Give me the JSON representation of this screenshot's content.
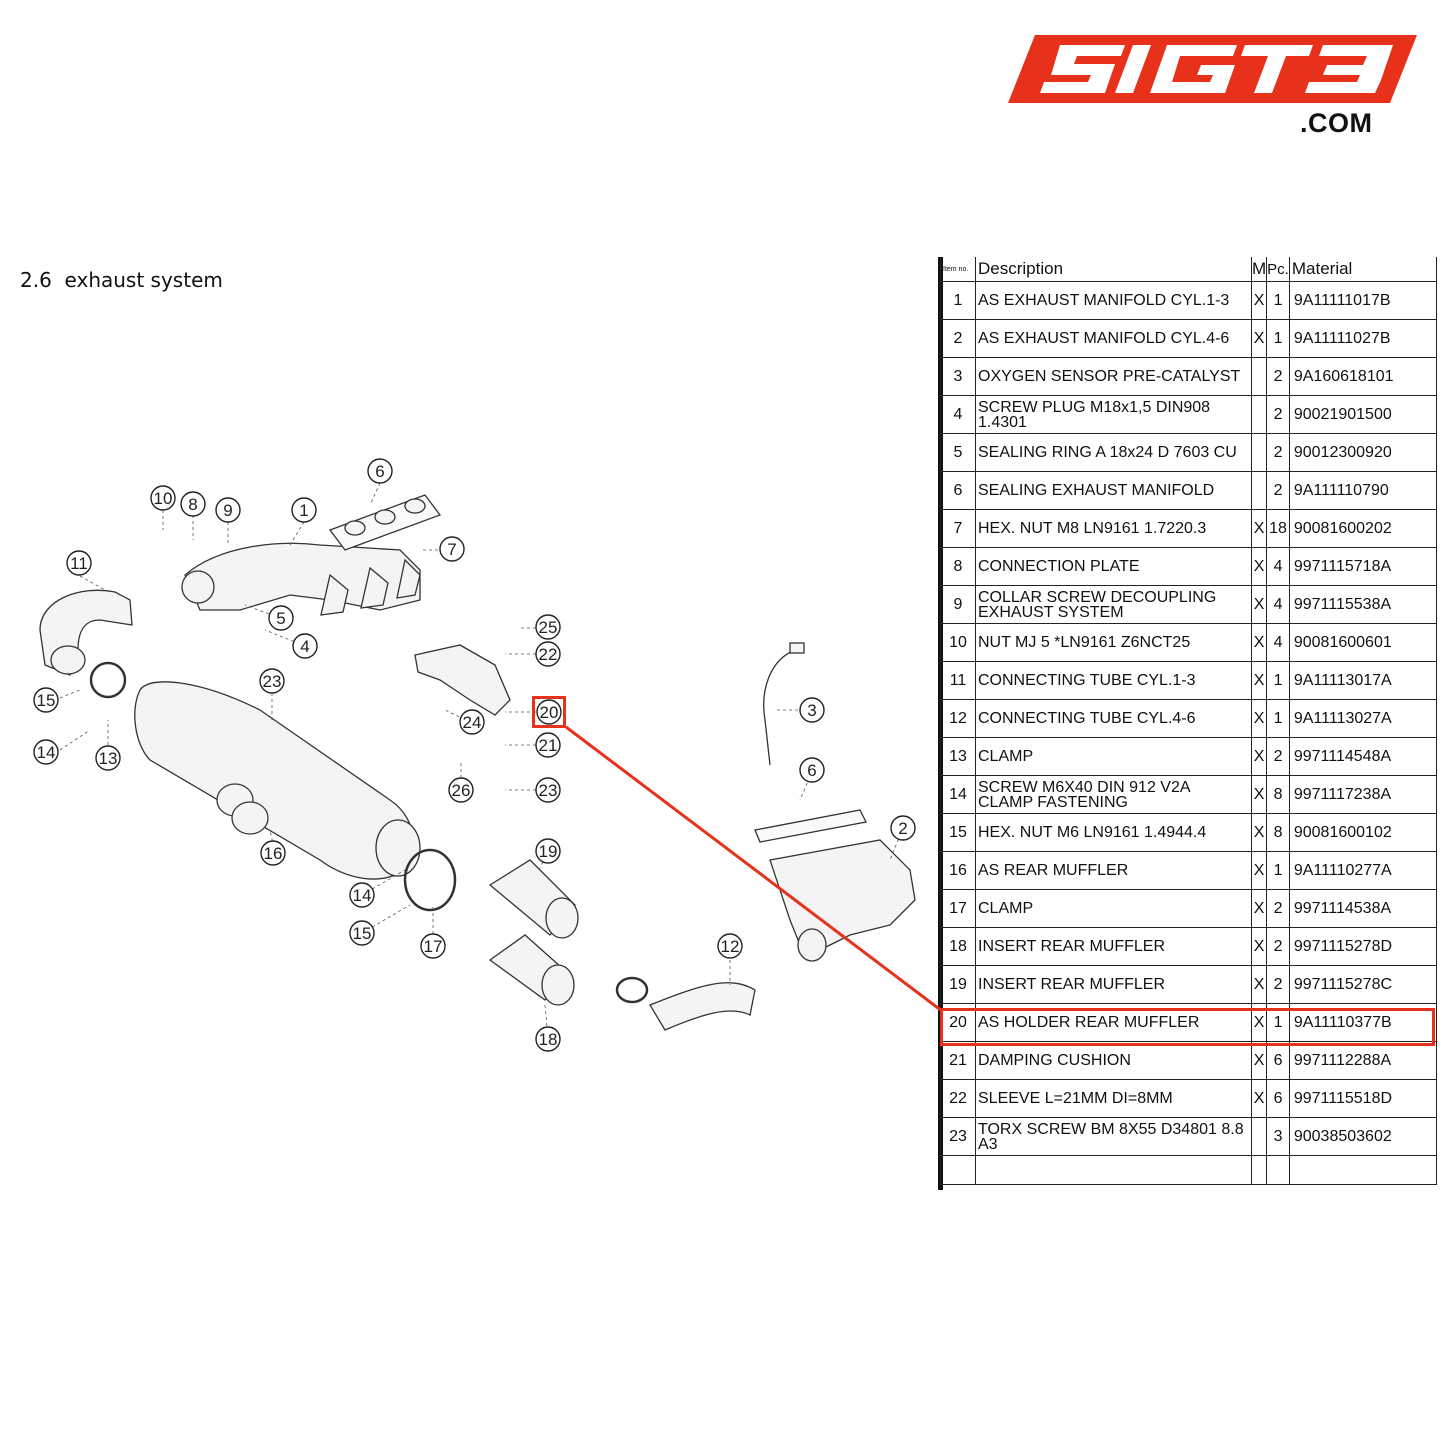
{
  "logo": {
    "text": "51GT3",
    "suffix": ".COM",
    "brand_color": "#e8311a"
  },
  "section": {
    "number": "2.6",
    "title": "exhaust system"
  },
  "table": {
    "headers": {
      "item_no": "Item no.",
      "description": "Description",
      "m": "M",
      "pc": "Pc.",
      "material": "Material"
    },
    "rows": [
      {
        "no": "1",
        "description": "AS EXHAUST MANIFOLD CYL.1-3",
        "m": "X",
        "pc": "1",
        "material": "9A11111017B"
      },
      {
        "no": "2",
        "description": "AS EXHAUST MANIFOLD CYL.4-6",
        "m": "X",
        "pc": "1",
        "material": "9A11111027B"
      },
      {
        "no": "3",
        "description": "OXYGEN SENSOR PRE-CATALYST",
        "m": "",
        "pc": "2",
        "material": "9A160618101"
      },
      {
        "no": "4",
        "description": "SCREW PLUG M18x1,5 DIN908 1.4301",
        "m": "",
        "pc": "2",
        "material": "90021901500"
      },
      {
        "no": "5",
        "description": "SEALING RING A 18x24 D 7603 CU",
        "m": "",
        "pc": "2",
        "material": "90012300920"
      },
      {
        "no": "6",
        "description": "SEALING EXHAUST MANIFOLD",
        "m": "",
        "pc": "2",
        "material": "9A111110790"
      },
      {
        "no": "7",
        "description": "HEX. NUT M8 LN9161 1.7220.3",
        "m": "X",
        "pc": "18",
        "material": "90081600202"
      },
      {
        "no": "8",
        "description": "CONNECTION PLATE",
        "m": "X",
        "pc": "4",
        "material": "9971115718A"
      },
      {
        "no": "9",
        "description": "COLLAR SCREW DECOUPLING EXHAUST SYSTEM",
        "m": "X",
        "pc": "4",
        "material": "9971115538A"
      },
      {
        "no": "10",
        "description": "NUT MJ 5 *LN9161 Z6NCT25",
        "m": "X",
        "pc": "4",
        "material": "90081600601"
      },
      {
        "no": "11",
        "description": "CONNECTING TUBE CYL.1-3",
        "m": "X",
        "pc": "1",
        "material": "9A11113017A"
      },
      {
        "no": "12",
        "description": "CONNECTING TUBE CYL.4-6",
        "m": "X",
        "pc": "1",
        "material": "9A11113027A"
      },
      {
        "no": "13",
        "description": "CLAMP",
        "m": "X",
        "pc": "2",
        "material": "9971114548A"
      },
      {
        "no": "14",
        "description": "SCREW M6X40 DIN 912 V2A CLAMP FASTENING",
        "m": "X",
        "pc": "8",
        "material": "9971117238A"
      },
      {
        "no": "15",
        "description": "HEX. NUT M6 LN9161 1.4944.4",
        "m": "X",
        "pc": "8",
        "material": "90081600102"
      },
      {
        "no": "16",
        "description": "AS REAR MUFFLER",
        "m": "X",
        "pc": "1",
        "material": "9A11110277A"
      },
      {
        "no": "17",
        "description": "CLAMP",
        "m": "X",
        "pc": "2",
        "material": "9971114538A"
      },
      {
        "no": "18",
        "description": "INSERT REAR MUFFLER",
        "m": "X",
        "pc": "2",
        "material": "9971115278D"
      },
      {
        "no": "19",
        "description": "INSERT REAR MUFFLER",
        "m": "X",
        "pc": "2",
        "material": "9971115278C"
      },
      {
        "no": "20",
        "description": "AS HOLDER REAR MUFFLER",
        "m": "X",
        "pc": "1",
        "material": "9A11110377B"
      },
      {
        "no": "21",
        "description": "DAMPING CUSHION",
        "m": "X",
        "pc": "6",
        "material": "9971112288A"
      },
      {
        "no": "22",
        "description": "SLEEVE L=21MM DI=8MM",
        "m": "X",
        "pc": "6",
        "material": "9971115518D"
      },
      {
        "no": "23",
        "description": "TORX SCREW BM 8X55 D34801 8.8 A3",
        "m": "",
        "pc": "3",
        "material": "90038503602"
      }
    ],
    "highlighted_item": "20"
  },
  "callouts": [
    "1",
    "2",
    "3",
    "4",
    "5",
    "6",
    "6",
    "7",
    "8",
    "9",
    "10",
    "11",
    "12",
    "13",
    "14",
    "14",
    "15",
    "15",
    "16",
    "17",
    "18",
    "19",
    "20",
    "21",
    "22",
    "23",
    "23",
    "24",
    "25",
    "26"
  ],
  "colors": {
    "highlight": "#e8311a",
    "line": "#222222"
  }
}
